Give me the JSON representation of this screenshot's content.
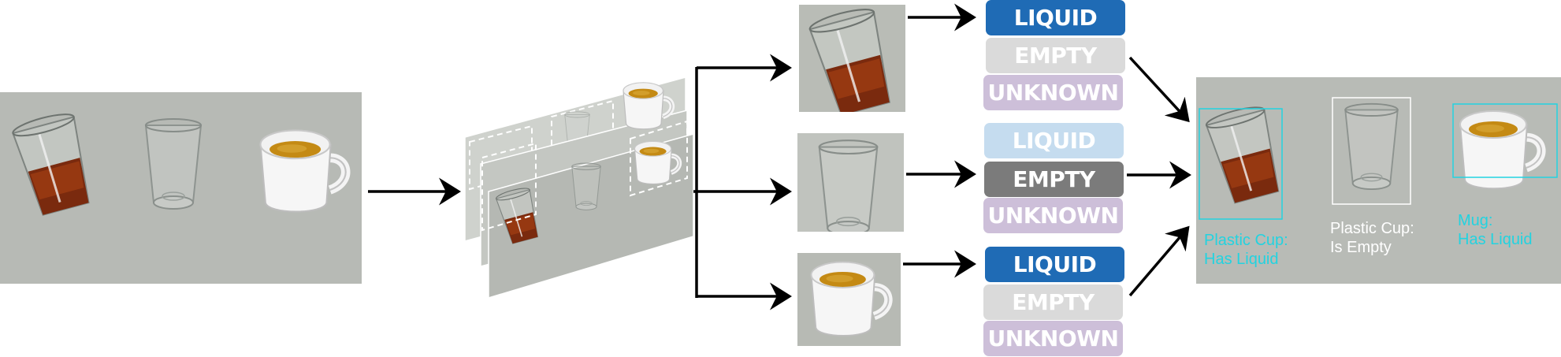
{
  "classes": [
    "LIQUID",
    "EMPTY",
    "UNKNOWN"
  ],
  "class_colors": {
    "LIQUID_active": "#1f6bb5",
    "LIQUID_inactive": "#c5dcef",
    "EMPTY_active": "#7b7b7b",
    "EMPTY_inactive": "#dadada",
    "UNKNOWN_inactive": "#cdbfd9"
  },
  "predictions": [
    {
      "object": "plastic-cup-with-liquid",
      "predicted": "LIQUID"
    },
    {
      "object": "empty-plastic-cup",
      "predicted": "EMPTY"
    },
    {
      "object": "mug-with-liquid",
      "predicted": "LIQUID"
    }
  ],
  "results": {
    "cup_liquid": {
      "line1": "Plastic Cup:",
      "line2": "Has Liquid",
      "color": "#22d3e0"
    },
    "cup_empty": {
      "line1": "Plastic Cup:",
      "line2": "Is Empty",
      "color": "#ffffff"
    },
    "mug": {
      "line1": "Mug:",
      "line2": "Has Liquid",
      "color": "#22d3e0"
    }
  }
}
